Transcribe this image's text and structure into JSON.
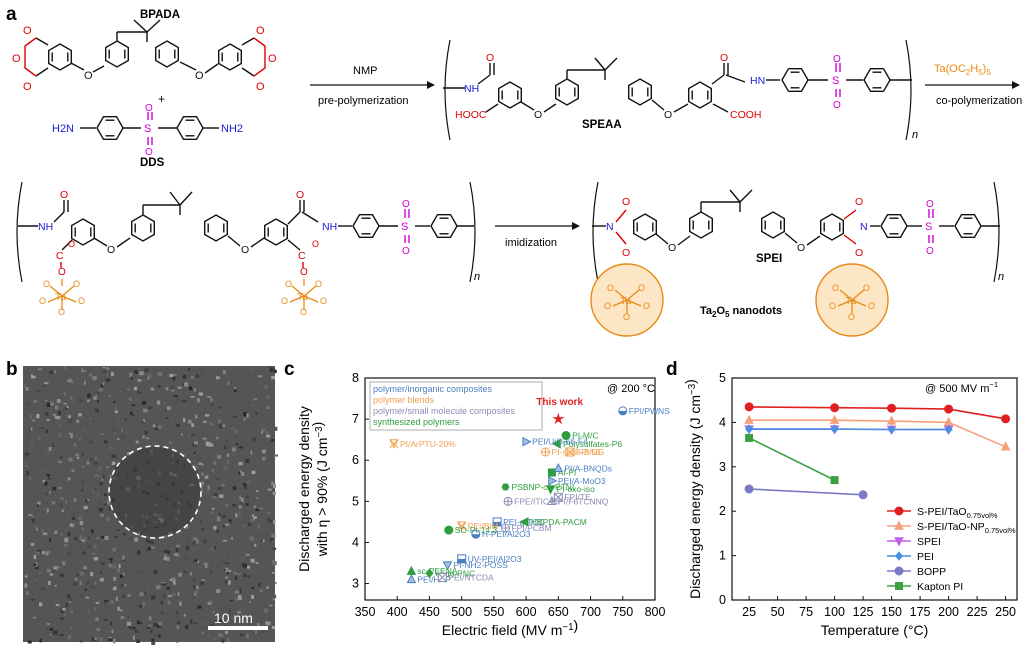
{
  "panel_a": {
    "label": "a",
    "bpada": "BPADA",
    "plus": "+",
    "dds": "DDS",
    "nmp": "NMP",
    "pre_poly": "pre-polymerization",
    "speaa": "SPEAA",
    "taoet": "Ta(OC2H5)5",
    "co_poly": "co-polymerization",
    "imidization": "imidization",
    "spei": "SPEI",
    "nanodots": "Ta2O5 nanodots",
    "n": "n",
    "atoms": {
      "O": "O",
      "N": "N",
      "S": "S",
      "Ta": "Ta",
      "NH": "NH",
      "HN": "HN",
      "H2N": "H2N",
      "NH2": "NH2",
      "HOOC": "HOOC",
      "COOH": "COOH"
    }
  },
  "panel_b": {
    "label": "b",
    "scale_bar": "10 nm"
  },
  "panel_c": {
    "label": "c",
    "condition": "@ 200 °C",
    "legend_groups": [
      {
        "label": "polymer/inorganic composites",
        "color": "#4a7fc1"
      },
      {
        "label": "polymer blends",
        "color": "#f0a050"
      },
      {
        "label": "polymer/small molecule composites",
        "color": "#8c8cb4"
      },
      {
        "label": "synthesized polymers",
        "color": "#2e9e3e"
      }
    ],
    "this_work_label": "This work"
  },
  "panel_d": {
    "label": "d",
    "condition": "@ 500 MV m⁻¹"
  },
  "chart_data": [
    {
      "type": "scatter",
      "panel": "c",
      "xlabel": "Electric field (MV m⁻¹)",
      "ylabel": "Discharged energy density with η > 90% (J cm⁻³)",
      "xlim": [
        350,
        800
      ],
      "ylim": [
        2.6,
        8
      ],
      "xticks": [
        350,
        400,
        450,
        500,
        550,
        600,
        650,
        700,
        750,
        800
      ],
      "yticks": [
        3,
        4,
        5,
        6,
        7,
        8
      ],
      "points": [
        {
          "label": "This work",
          "x": 650,
          "y": 7.0,
          "color": "#e02020",
          "marker": "star"
        },
        {
          "label": "FPI/PWNS",
          "x": 750,
          "y": 7.2,
          "color": "#4a7fc1",
          "marker": "half-circle"
        },
        {
          "label": "PI-M/C",
          "x": 662,
          "y": 6.6,
          "color": "#2e9e3e",
          "marker": "circle"
        },
        {
          "label": "Polysulfates-P6",
          "x": 648,
          "y": 6.4,
          "color": "#2e9e3e",
          "marker": "triangle-left"
        },
        {
          "label": "FPI/DG",
          "x": 668,
          "y": 6.2,
          "color": "#f0a050",
          "marker": "square-cross"
        },
        {
          "label": "PI-sprio-2-50",
          "x": 630,
          "y": 6.2,
          "color": "#f0a050",
          "marker": "circle-cross"
        },
        {
          "label": "PEI/UiO-66-F4",
          "x": 600,
          "y": 6.45,
          "color": "#4a7fc1",
          "marker": "triangle-right-half"
        },
        {
          "label": "PI/ArPTU-20%",
          "x": 395,
          "y": 6.4,
          "color": "#f0a050",
          "marker": "cross-triangle"
        },
        {
          "label": "Al-PI",
          "x": 640,
          "y": 5.7,
          "color": "#2e9e3e",
          "marker": "square"
        },
        {
          "label": "PI/A-BNQDs",
          "x": 650,
          "y": 5.8,
          "color": "#4a7fc1",
          "marker": "triangle-up-half"
        },
        {
          "label": "PEI/A-MoO3",
          "x": 640,
          "y": 5.5,
          "color": "#4a7fc1",
          "marker": "triangle-right-half"
        },
        {
          "label": "PI-oxo-iso",
          "x": 638,
          "y": 5.3,
          "color": "#2e9e3e",
          "marker": "triangle-down"
        },
        {
          "label": "FPI/TE",
          "x": 650,
          "y": 5.1,
          "color": "#8c8cb4",
          "marker": "square-cross"
        },
        {
          "label": "PI/F6TCNNQ",
          "x": 640,
          "y": 5.0,
          "color": "#8c8cb4",
          "marker": "triangle-cross"
        },
        {
          "label": "PSBNP-co-PTNI",
          "x": 568,
          "y": 5.35,
          "color": "#2e9e3e",
          "marker": "hexagon"
        },
        {
          "label": "FPE/ITIC-Cl",
          "x": 572,
          "y": 5.0,
          "color": "#8c8cb4",
          "marker": "circle-cross"
        },
        {
          "label": "PEI-g-TOC",
          "x": 555,
          "y": 4.5,
          "color": "#4a7fc1",
          "marker": "square-half"
        },
        {
          "label": "HBPDA-PACM",
          "x": 598,
          "y": 4.5,
          "color": "#2e9e3e",
          "marker": "triangle-left"
        },
        {
          "label": "FPI/PCBM",
          "x": 568,
          "y": 4.35,
          "color": "#8c8cb4",
          "marker": "circle-cross"
        },
        {
          "label": "H-PEI/Al2O3",
          "x": 522,
          "y": 4.2,
          "color": "#4a7fc1",
          "marker": "circle-half"
        },
        {
          "label": "PEI/BiM",
          "x": 500,
          "y": 4.4,
          "color": "#f0a050",
          "marker": "cross-triangle"
        },
        {
          "label": "SO-PI-14.3",
          "x": 480,
          "y": 4.3,
          "color": "#2e9e3e",
          "marker": "circle"
        },
        {
          "label": "UV-PEI/Al2O3",
          "x": 500,
          "y": 3.6,
          "color": "#4a7fc1",
          "marker": "square-half"
        },
        {
          "label": "PI-NH2-POSS",
          "x": 478,
          "y": 3.45,
          "color": "#4a7fc1",
          "marker": "triangle-down-half"
        },
        {
          "label": "endo-PNC",
          "x": 450,
          "y": 3.25,
          "color": "#2e9e3e",
          "marker": "diamond"
        },
        {
          "label": "sc-PEENA",
          "x": 422,
          "y": 3.3,
          "color": "#2e9e3e",
          "marker": "triangle-up"
        },
        {
          "label": "PEI/HAP",
          "x": 422,
          "y": 3.1,
          "color": "#4a7fc1",
          "marker": "triangle-up-half"
        },
        {
          "label": "PEI/NTCDA",
          "x": 470,
          "y": 3.15,
          "color": "#8c8cb4",
          "marker": "square-cross"
        }
      ]
    },
    {
      "type": "line",
      "panel": "d",
      "xlabel": "Temperature (°C)",
      "ylabel": "Discharged energy density (J cm⁻³)",
      "xlim": [
        10,
        260
      ],
      "ylim": [
        0,
        5
      ],
      "xticks": [
        25,
        50,
        75,
        100,
        125,
        150,
        175,
        200,
        225,
        250
      ],
      "yticks": [
        0,
        1,
        2,
        3,
        4,
        5
      ],
      "series": [
        {
          "name": "S-PEI/TaO",
          "name_sub": "0.75vol%",
          "color": "#e02020",
          "marker": "circle",
          "x": [
            25,
            100,
            150,
            200,
            250
          ],
          "values": [
            4.35,
            4.33,
            4.32,
            4.3,
            4.08
          ]
        },
        {
          "name": "S-PEI/TaO-NP",
          "name_sub": "0.75vol%",
          "color": "#f5a07a",
          "marker": "triangle-up",
          "x": [
            25,
            100,
            150,
            200,
            250
          ],
          "values": [
            4.05,
            4.05,
            4.03,
            4.0,
            3.45
          ]
        },
        {
          "name": "SPEI",
          "name_sub": "",
          "color": "#c060e8",
          "marker": "triangle-down",
          "x": [
            25,
            100,
            150,
            200
          ],
          "values": [
            3.85,
            3.85,
            3.84,
            3.84
          ]
        },
        {
          "name": "PEI",
          "name_sub": "",
          "color": "#4a8fe0",
          "marker": "diamond",
          "x": [
            25,
            100,
            150,
            200
          ],
          "values": [
            3.85,
            3.85,
            3.84,
            3.84
          ]
        },
        {
          "name": "BOPP",
          "name_sub": "",
          "color": "#7a7ac8",
          "marker": "circle",
          "x": [
            25,
            125
          ],
          "values": [
            2.5,
            2.37
          ]
        },
        {
          "name": "Kapton PI",
          "name_sub": "",
          "color": "#3aa040",
          "marker": "square",
          "x": [
            25,
            100
          ],
          "values": [
            3.65,
            2.7
          ]
        }
      ]
    }
  ]
}
